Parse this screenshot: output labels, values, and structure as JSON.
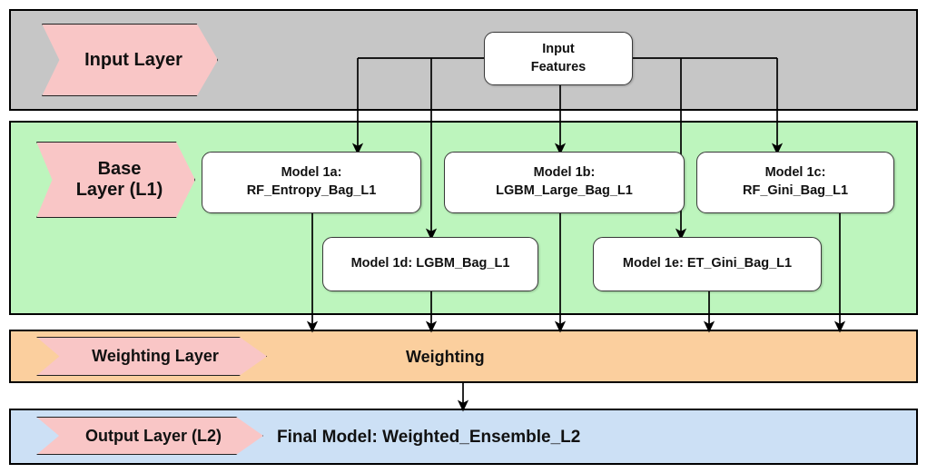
{
  "layers": {
    "input": {
      "tag": "Input Layer"
    },
    "base": {
      "tag": "Base\nLayer (L1)",
      "tag_line1": "Base",
      "tag_line2": "Layer (L1)"
    },
    "weight": {
      "tag": "Weighting Layer",
      "label": "Weighting"
    },
    "output": {
      "tag": "Output Layer (L2)",
      "label": "Final Model: Weighted_Ensemble_L2"
    }
  },
  "nodes": {
    "input_features": {
      "line1": "Input",
      "line2": "Features"
    },
    "model_1a": {
      "line1": "Model 1a:",
      "line2": "RF_Entropy_Bag_L1"
    },
    "model_1b": {
      "line1": "Model 1b:",
      "line2": "LGBM_Large_Bag_L1"
    },
    "model_1c": {
      "line1": "Model 1c:",
      "line2": "RF_Gini_Bag_L1"
    },
    "model_1d": {
      "line1": "Model 1d: LGBM_Bag_L1"
    },
    "model_1e": {
      "line1": "Model 1e: ET_Gini_Bag_L1"
    }
  },
  "colors": {
    "input_band": "#c6c6c6",
    "base_band": "#bdf5bd",
    "weight_band": "#fbcf9e",
    "output_band": "#cce0f5",
    "chevron": "#f9c6c6",
    "node": "#ffffff",
    "stroke": "#000000"
  }
}
